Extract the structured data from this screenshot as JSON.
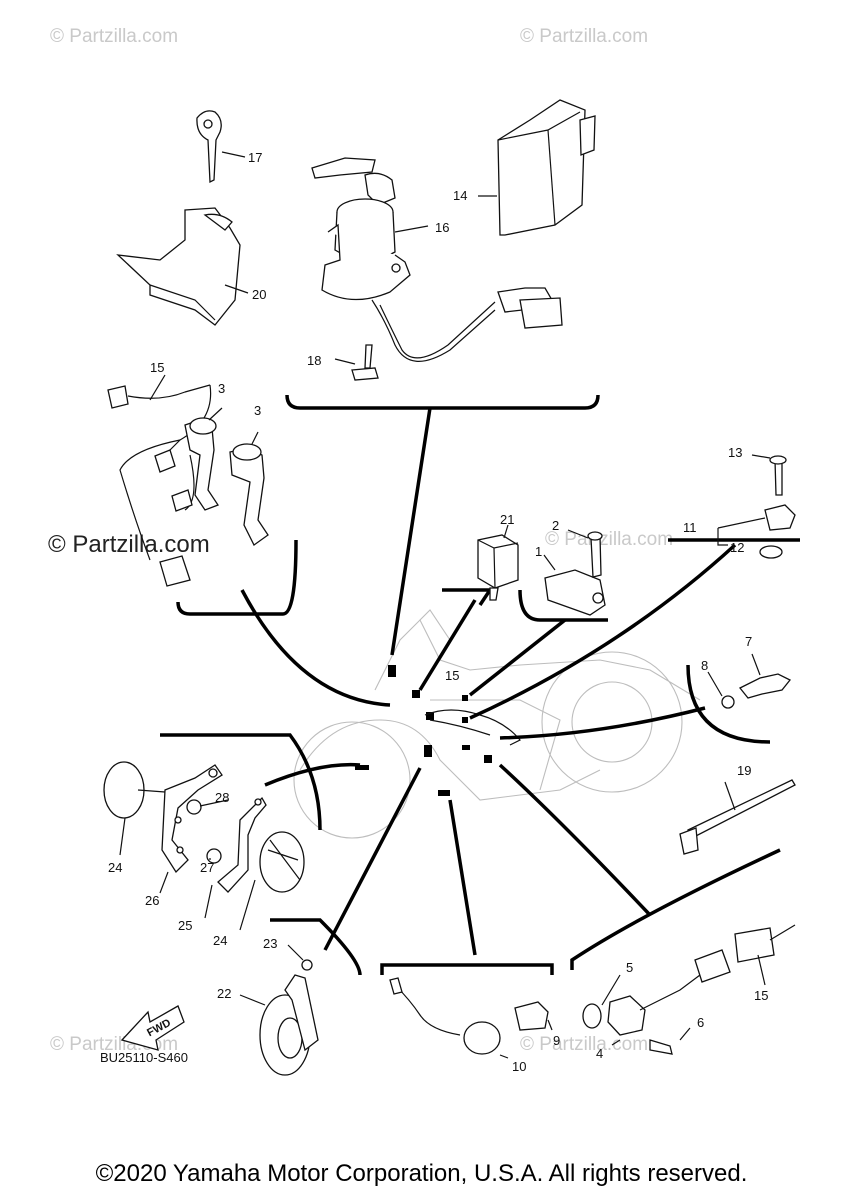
{
  "watermarks": {
    "top_left": "© Partzilla.com",
    "top_right": "© Partzilla.com",
    "mid_left": "© Partzilla.com",
    "mid": "© Partzilla.com",
    "bottom_left": "© Partzilla.com",
    "bottom_mid": "© Partzilla.com"
  },
  "callouts": {
    "c1": "1",
    "c2": "2",
    "c3a": "3",
    "c3b": "3",
    "c4": "4",
    "c5": "5",
    "c6": "6",
    "c7": "7",
    "c8": "8",
    "c9": "9",
    "c10": "10",
    "c11": "11",
    "c12": "12",
    "c13": "13",
    "c14": "14",
    "c15a": "15",
    "c15b": "15",
    "c15c": "15",
    "c16": "16",
    "c17": "17",
    "c18": "18",
    "c19": "19",
    "c20": "20",
    "c21": "21",
    "c22": "22",
    "c23": "23",
    "c24a": "24",
    "c24b": "24",
    "c25": "25",
    "c26": "26",
    "c27": "27",
    "c28": "28"
  },
  "fwd_label": "FWD",
  "diagram_code": "BU25110-S460",
  "copyright": "©2020 Yamaha Motor Corporation, U.S.A. All rights reserved."
}
